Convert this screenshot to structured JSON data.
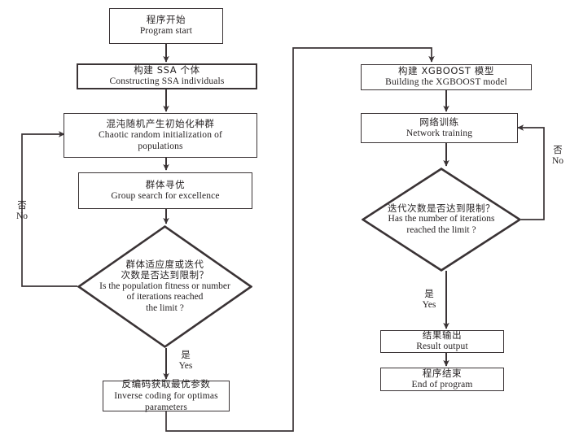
{
  "diagram": {
    "title": "SSA-XGBOOST optimization flowchart",
    "line_color": "#3a3335",
    "text_color": "#262223",
    "background": "#ffffff"
  },
  "nodes": {
    "program_start": {
      "cn": "程序开始",
      "en": "Program start"
    },
    "construct_ssa": {
      "cn": "构建 SSA 个体",
      "en": "Constructing SSA individuals"
    },
    "chaotic_init": {
      "cn": "混沌随机产生初始化种群",
      "en1": "Chaotic random initialization of",
      "en2": "populations"
    },
    "group_search": {
      "cn": "群体寻优",
      "en": "Group search for excellence"
    },
    "fitness_decision": {
      "cn1": "群体适应度或迭代",
      "cn2": "次数是否达到限制？",
      "en1": "Is the population fitness or number",
      "en2": "of  iterations reached",
      "en3": "the limit ?"
    },
    "inverse_coding": {
      "cn": "反编码获取最优参数",
      "en1": "Inverse coding for optimas",
      "en2": "parameters"
    },
    "build_xgboost": {
      "cn": "构建 XGBOOST 模型",
      "en": "Building the XGBOOST model"
    },
    "network_training": {
      "cn": "网络训练",
      "en": "Network training"
    },
    "iteration_decision": {
      "cn": "迭代次数是否达到限制？",
      "en1": "Has the number of iterations",
      "en2": "reached the limit ?"
    },
    "result_output": {
      "cn": "结果输出",
      "en": "Result output"
    },
    "end_program": {
      "cn": "程序结束",
      "en": "End of program"
    }
  },
  "labels": {
    "left_no": {
      "cn": "否",
      "en": "No"
    },
    "left_yes": {
      "cn": "是",
      "en": "Yes"
    },
    "right_no": {
      "cn": "否",
      "en": "No"
    },
    "right_yes": {
      "cn": "是",
      "en": "Yes"
    }
  }
}
